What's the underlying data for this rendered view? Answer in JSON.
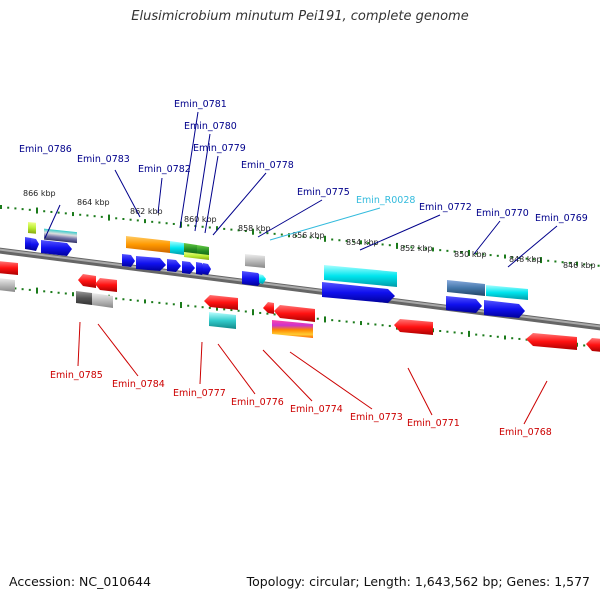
{
  "title": "Elusimicrobium minutum Pei191, complete genome",
  "accession": "Accession: NC_010644",
  "summary": "Topology: circular; Length: 1,643,562 bp; Genes: 1,577",
  "colors": {
    "forward_label": "#00008b",
    "reverse_label": "#cc0000",
    "rna_label": "#33bbdd",
    "tick": "#1a7a1a",
    "backbone": "#888888"
  },
  "scale_labels": [
    "866 kbp",
    "864 kbp",
    "862 kbp",
    "860 kbp",
    "858 kbp",
    "856 kbp",
    "854 kbp",
    "852 kbp",
    "850 kbp",
    "848 kbp",
    "846 kbp"
  ],
  "forward_genes": [
    "Emin_0786",
    "Emin_0783",
    "Emin_0782",
    "Emin_0781",
    "Emin_0780",
    "Emin_0779",
    "Emin_0778",
    "Emin_0775",
    "Emin_R0028",
    "Emin_0772",
    "Emin_0770",
    "Emin_0769"
  ],
  "reverse_genes": [
    "Emin_0785",
    "Emin_0784",
    "Emin_0777",
    "Emin_0776",
    "Emin_0774",
    "Emin_0773",
    "Emin_0771",
    "Emin_0768"
  ]
}
